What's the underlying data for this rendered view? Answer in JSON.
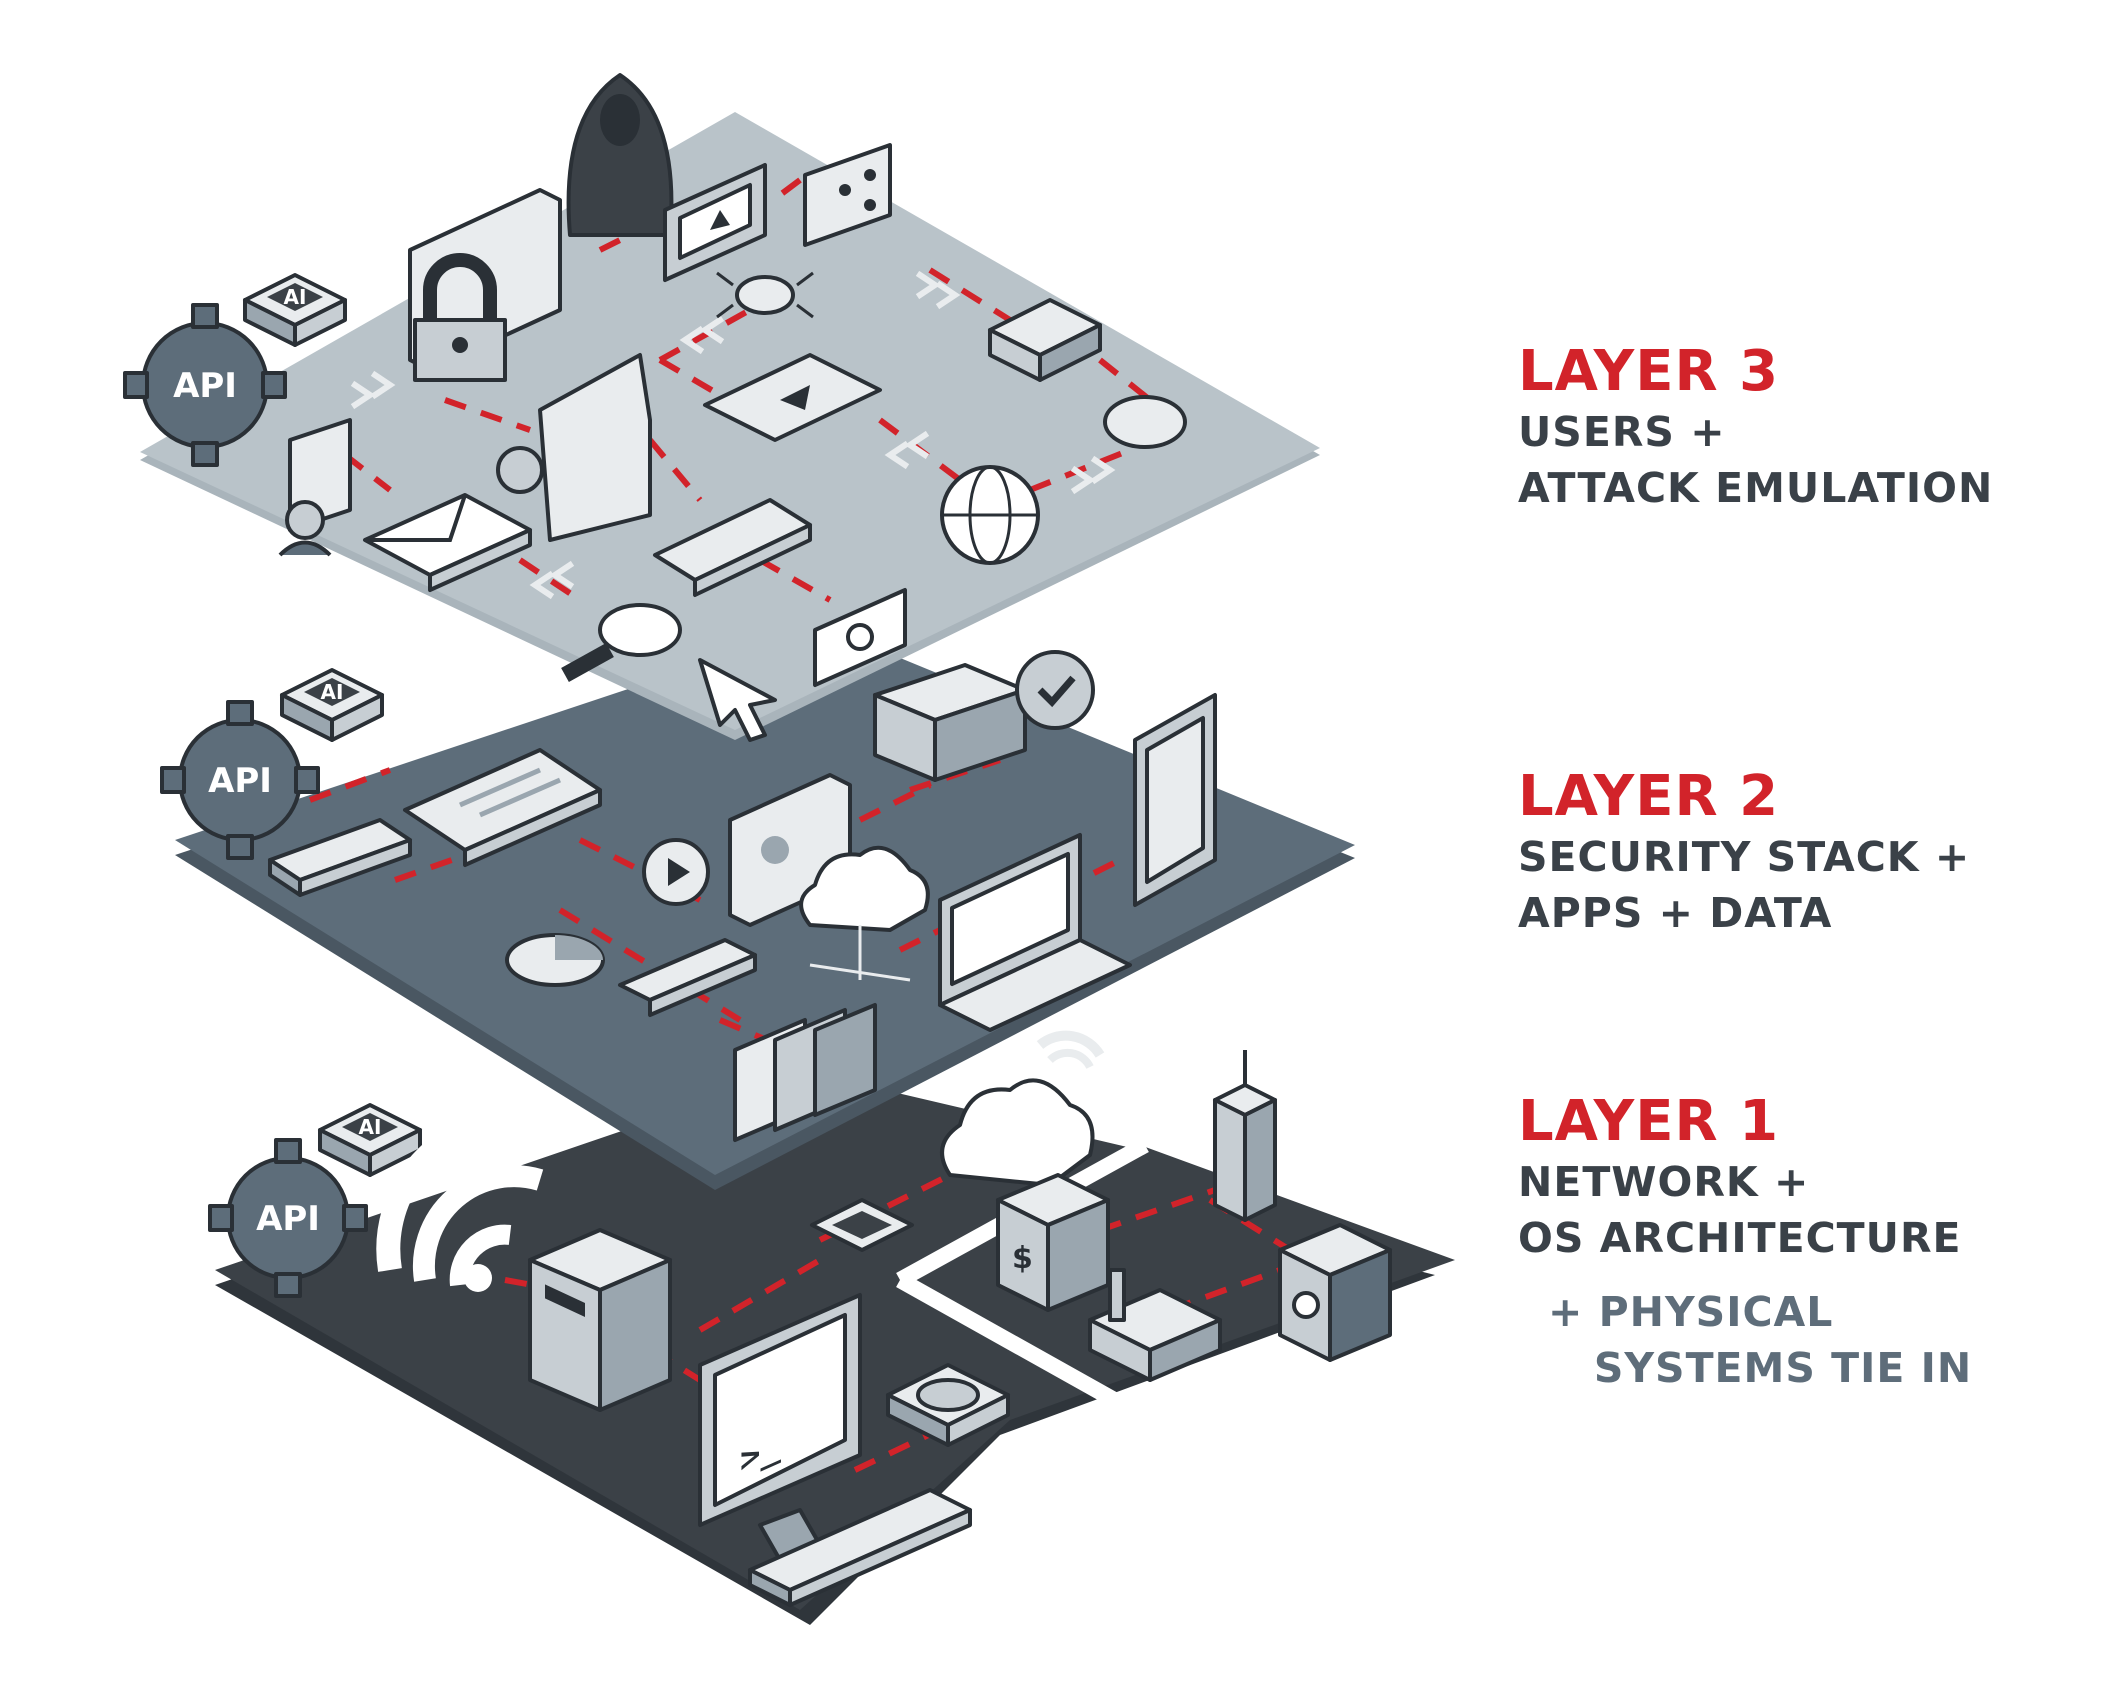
{
  "layers": [
    {
      "title": "LAYER 3",
      "lines": [
        "USERS +",
        "ATTACK EMULATION"
      ]
    },
    {
      "title": "LAYER 2",
      "lines": [
        "SECURITY STACK +",
        "APPS + DATA"
      ]
    },
    {
      "title": "LAYER 1",
      "lines": [
        "NETWORK +",
        "OS ARCHITECTURE"
      ],
      "extra": [
        "+ PHYSICAL",
        "   SYSTEMS TIE IN"
      ]
    }
  ],
  "badges": {
    "api": "API",
    "ai": "AI"
  },
  "colors": {
    "accent_red": "#d2232a",
    "text_dark": "#3a4148",
    "text_slate": "#5e6d7a",
    "layer3_platform": "#b9c3c9",
    "layer2_platform": "#5d6d7a",
    "layer1_platform": "#3b4147",
    "icon_outline": "#2a3036"
  },
  "icons": {
    "layer3": [
      "api-gear-icon",
      "ai-chip-icon",
      "padlock-icon",
      "id-card-icon",
      "hacker-icon",
      "laptop-warning-icon",
      "share-chat-icon",
      "bug-icon",
      "printer-icon",
      "mouse-icon",
      "globe-icon",
      "video-player-icon",
      "folder-key-icon",
      "equalizer-icon",
      "user-search-icon",
      "envelope-icon",
      "phone-like-icon",
      "magnifier-icon",
      "cash-icon",
      "cursor-icon"
    ],
    "layer2": [
      "api-gear-icon",
      "ai-chip-icon",
      "document-icon",
      "settings-card-icon",
      "id-badge-icon",
      "server-icon",
      "checkmark-badge-icon",
      "mobile-list-icon",
      "play-button-icon",
      "cloud-network-icon",
      "laptop-chart-icon",
      "pie-chart-icon",
      "terminal-window-icon",
      "folders-icon"
    ],
    "layer1": [
      "api-gear-icon",
      "ai-chip-icon",
      "wifi-icon",
      "cloud-wifi-icon",
      "cpu-chip-icon",
      "server-box-icon",
      "terminal-monitor-icon",
      "hard-drive-icon",
      "keyboard-icon",
      "skyscraper-icon",
      "atm-icon",
      "factory-icon",
      "safe-icon"
    ]
  }
}
